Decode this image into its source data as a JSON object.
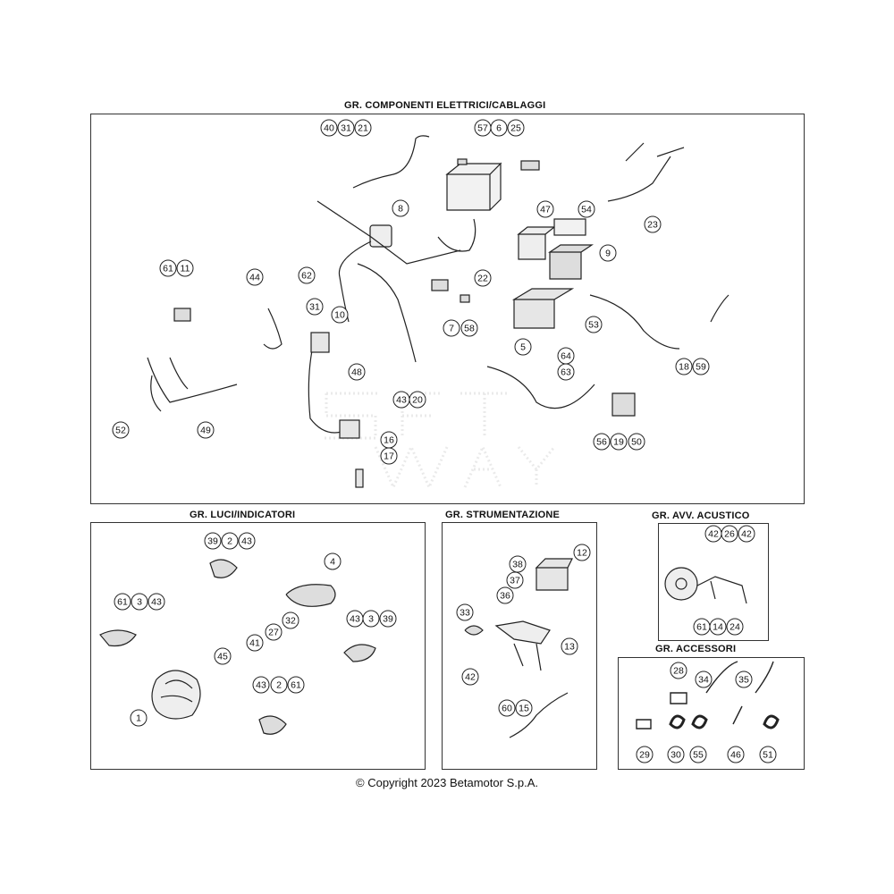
{
  "sections": {
    "electrical": "GR. COMPONENTI ELETTRICI/CABLAGGI",
    "lights": "GR. LUCI/INDICATORI",
    "instruments": "GR. STRUMENTAZIONE",
    "horn": "GR. AVV. ACUSTICO",
    "accessories": "GR. ACCESSORI"
  },
  "copyright": "© Copyright 2023 Betamotor S.p.A.",
  "callouts": {
    "electrical": [
      "40",
      "31",
      "21",
      "57",
      "6",
      "25",
      "8",
      "23",
      "47",
      "54",
      "9",
      "61",
      "11",
      "44",
      "62",
      "31",
      "22",
      "7",
      "58",
      "53",
      "5",
      "10",
      "48",
      "64",
      "63",
      "18",
      "59",
      "52",
      "49",
      "43",
      "20",
      "16",
      "17",
      "56",
      "19",
      "50"
    ],
    "lights": [
      "39",
      "2",
      "43",
      "4",
      "61",
      "3",
      "43",
      "32",
      "43",
      "3",
      "39",
      "27",
      "41",
      "45",
      "1",
      "43",
      "2",
      "61"
    ],
    "instruments": [
      "38",
      "12",
      "37",
      "36",
      "33",
      "13",
      "42",
      "60",
      "15"
    ],
    "horn": [
      "42",
      "26",
      "42",
      "61",
      "14",
      "24"
    ],
    "accessories": [
      "28",
      "34",
      "35",
      "29",
      "30",
      "55",
      "46",
      "51"
    ]
  }
}
